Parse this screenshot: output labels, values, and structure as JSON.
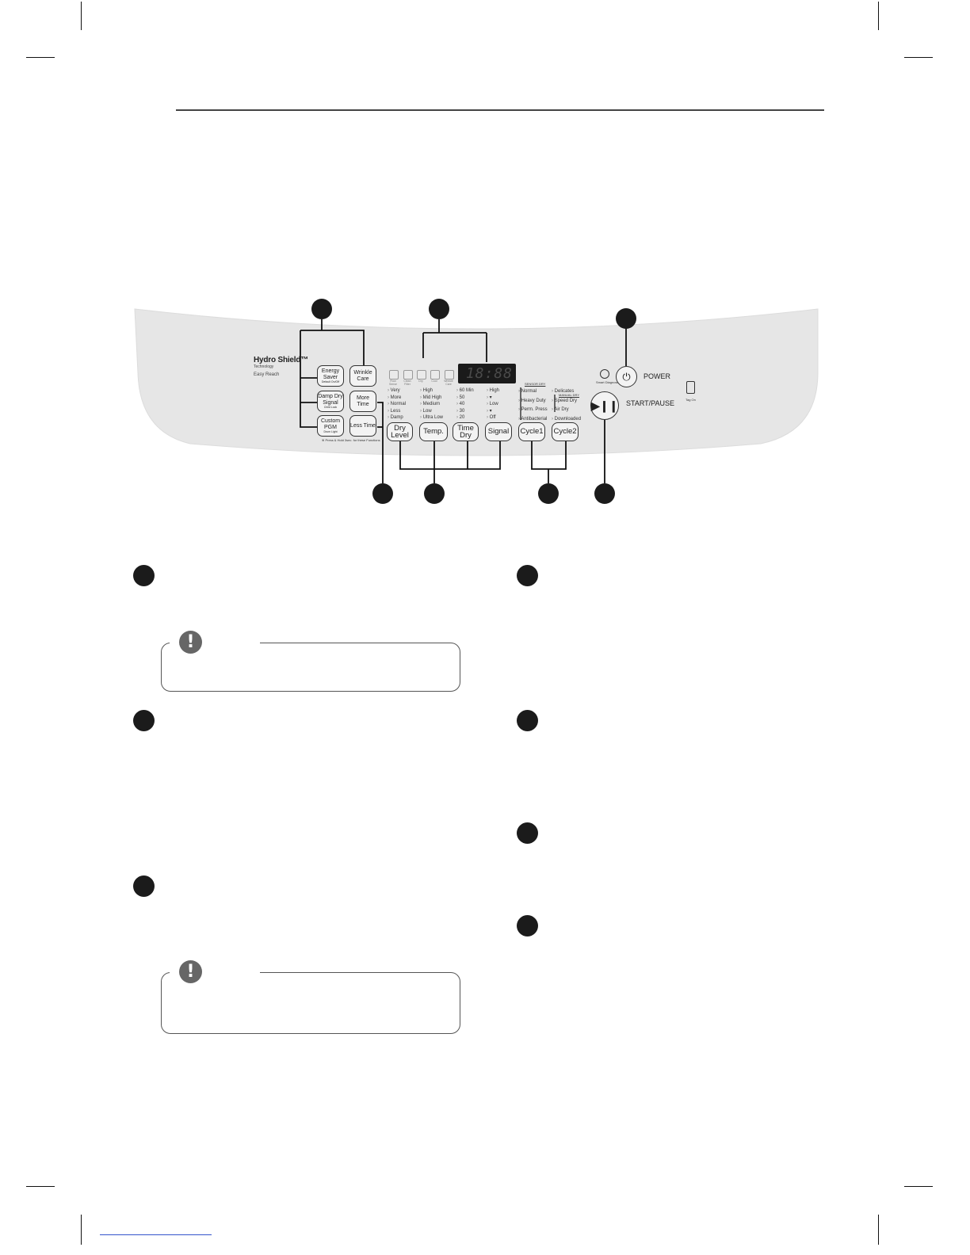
{
  "panel": {
    "brand": "Hydro Shield™",
    "brand_sub": "Technology",
    "brand_sub2": "Easy Reach",
    "buttons": {
      "energy_saver": "Energy Saver",
      "energy_saver_sub": "Default On/Off",
      "wrinkle_care": "Wrinkle Care",
      "damp_dry_signal": "Damp Dry Signal",
      "damp_dry_signal_sub": "Child Lock",
      "more_time": "More Time",
      "custom_pgm": "Custom PGM",
      "custom_pgm_sub": "Drum Light",
      "less_time": "Less Time",
      "footnote": "Press & Hold 3sec. for these Functions",
      "dry_level": "Dry Level",
      "temp": "Temp.",
      "time_dry": "Time Dry",
      "signal": "Signal",
      "cycle1": "Cycle1",
      "cycle2": "Cycle2"
    },
    "dry_level_options": [
      "Very",
      "More",
      "Normal",
      "Less",
      "Damp"
    ],
    "temp_options": [
      "High",
      "Mid High",
      "Medium",
      "Low",
      "Ultra Low"
    ],
    "time_dry_options": [
      "60 Min",
      "50",
      "40",
      "30",
      "20"
    ],
    "signal_options": [
      "High",
      "▾",
      "Low",
      "▾",
      "Off"
    ],
    "cycle1_header": "SENSOR DRY",
    "cycle1_options": [
      "Normal",
      "Heavy Duty",
      "Perm. Press",
      "Antibacterial"
    ],
    "cycle2_options": [
      "Delicates",
      "Speed Dry",
      "Air Dry",
      "Downloaded"
    ],
    "cycle2_subheader": "MANUAL DRY",
    "display_value": "18:88",
    "status_icons": [
      "Flow Sense",
      "Clean Filter",
      "Dry",
      "Cool",
      "Wrinkle Care"
    ],
    "smart_diagnosis": "Smart Diagnosis",
    "power_label": "POWER",
    "start_pause_label": "START/PAUSE",
    "tag_on": "Tag On"
  },
  "icons": {
    "power": "power-icon",
    "play_pause": "play-pause-icon",
    "note": "exclamation-icon",
    "tag_on": "phone-tap-icon"
  },
  "notes": {
    "symbol": "!"
  }
}
